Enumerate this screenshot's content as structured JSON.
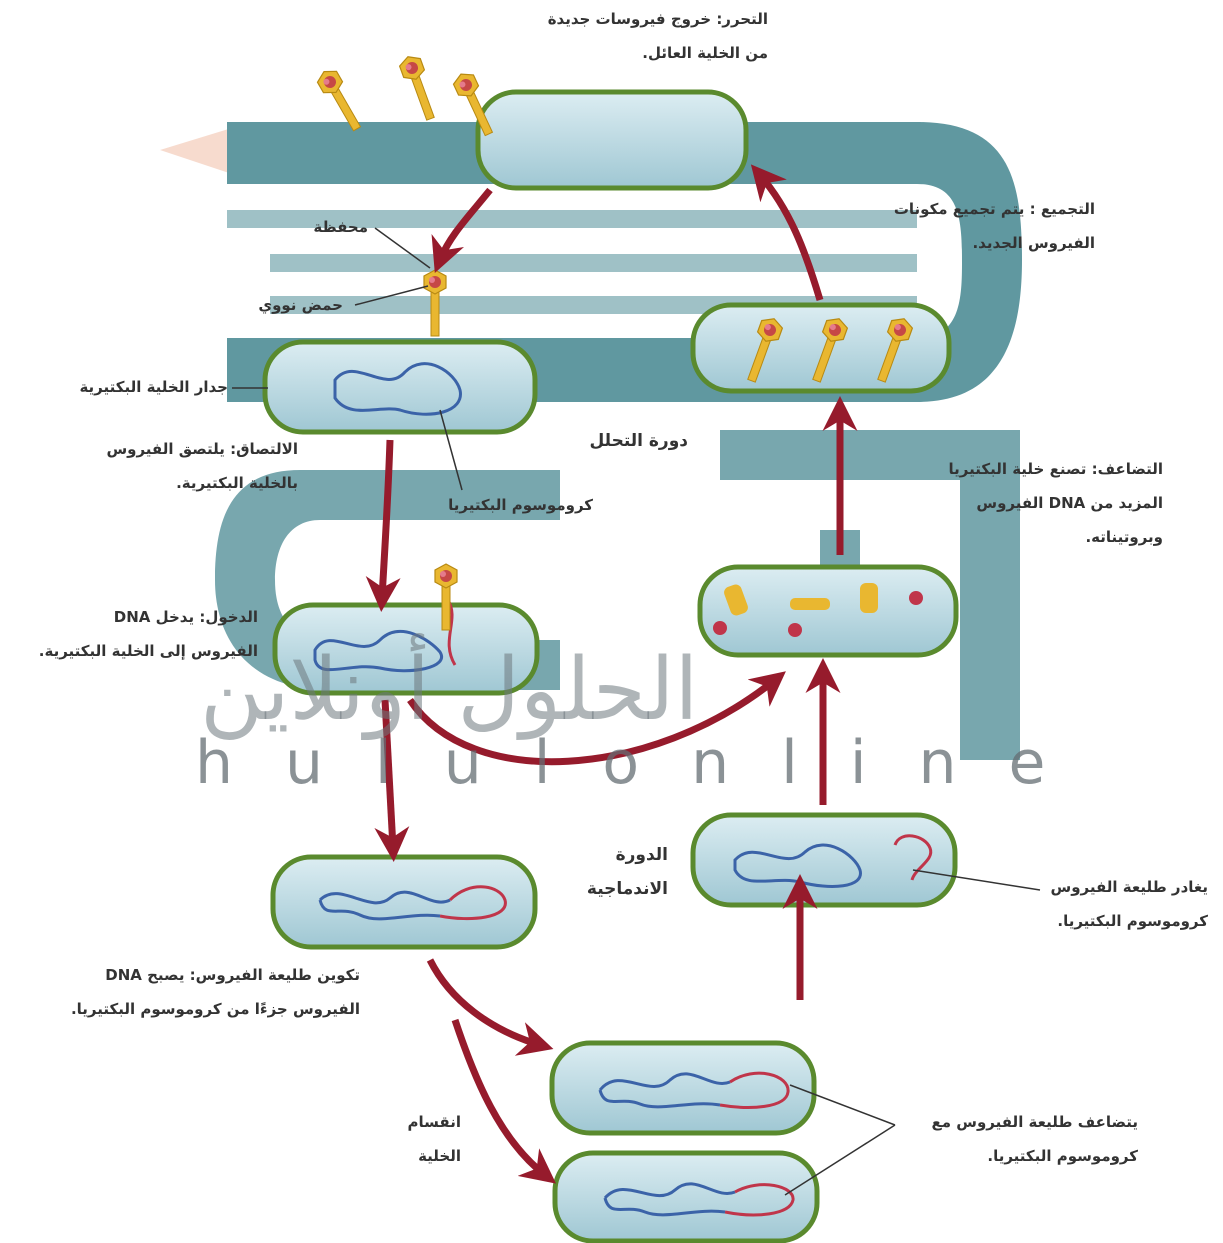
{
  "labels": {
    "release_1": "التحرر: خروج فيروسات جديدة",
    "release_2": "من الخلية العائل.",
    "capsid": "محفظة",
    "nucleic_acid": "حمض نووي",
    "cell_wall": "جدار الخلية البكتيرية",
    "attachment_1": "الالتصاق: يلتصق الفيروس",
    "attachment_2": "بالخلية البكتيرية.",
    "bacterial_chromosome": "كروموسوم البكتيريا",
    "lytic_cycle": "دورة التحلل",
    "assembly_1": "التجميع : يتم تجميع مكونات",
    "assembly_2": "الفيروس الجديد.",
    "replication_1": "التضاعف: تصنع خلية البكتيريا",
    "replication_2": "المزيد من DNA الفيروس",
    "replication_3": "وبروتيناته.",
    "entry_1": "الدخول: يدخل DNA",
    "entry_2": "الفيروس إلى الخلية البكتيرية.",
    "lysogenic_1": "الدورة",
    "lysogenic_2": "الاندماجية",
    "prophage_leaves_1": "يغادر طليعة الفيروس",
    "prophage_leaves_2": "كروموسوم البكتيريا.",
    "prophage_1": "تكوين طليعة الفيروس: يصبح DNA",
    "prophage_2": "الفيروس جزءًا من كروموسوم البكتيريا.",
    "division_1": "انقسام",
    "division_2": "الخلية",
    "prophage_replicates_1": "يتضاعف طليعة الفيروس مع",
    "prophage_replicates_2": "كروموسوم البكتيريا."
  },
  "watermark": {
    "arabic": "الحلول أونلاين",
    "latin": "hululonline"
  },
  "colors": {
    "cell_fill": "#bcdde6",
    "cell_border": "#5a8a2e",
    "bacterial_dna": "#3b63a8",
    "viral_dna": "#c0354a",
    "virus_body": "#e9b730",
    "arrow": "#961b2c",
    "watermark": "#4a8a93"
  }
}
